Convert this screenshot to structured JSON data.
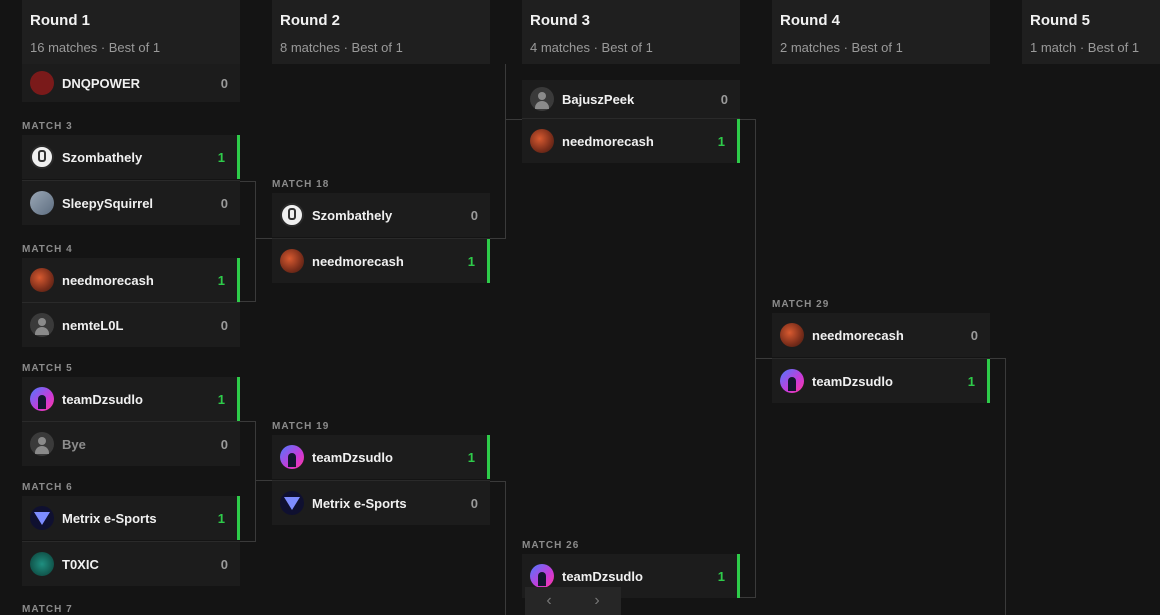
{
  "rounds": [
    {
      "title": "Round 1",
      "sub": "16 matches · Best of 1"
    },
    {
      "title": "Round 2",
      "sub": "8 matches · Best of 1"
    },
    {
      "title": "Round 3",
      "sub": "4 matches · Best of 1"
    },
    {
      "title": "Round 4",
      "sub": "2 matches · Best of 1"
    },
    {
      "title": "Round 5",
      "sub": "1 match · Best of 1"
    }
  ],
  "matches": {
    "m2": {
      "t2": {
        "name": "DNQPOWER",
        "score": "0",
        "avatar": "dnq-logo"
      }
    },
    "m3": {
      "label": "MATCH 3",
      "t1": {
        "name": "Szombathely",
        "score": "1",
        "avatar": "szombathely-logo"
      },
      "t2": {
        "name": "SleepySquirrel",
        "score": "0",
        "avatar": "sleepysquirrel-avatar"
      }
    },
    "m4": {
      "label": "MATCH 4",
      "t1": {
        "name": "needmorecash",
        "score": "1",
        "avatar": "needmorecash-avatar"
      },
      "t2": {
        "name": "nemteL0L",
        "score": "0",
        "avatar": "default-user-icon"
      }
    },
    "m5": {
      "label": "MATCH 5",
      "t1": {
        "name": "teamDzsudlo",
        "score": "1",
        "avatar": "teamdzsudlo-avatar"
      },
      "t2": {
        "name": "Bye",
        "score": "0",
        "avatar": "default-user-icon"
      }
    },
    "m6": {
      "label": "MATCH 6",
      "t1": {
        "name": "Metrix e-Sports",
        "score": "1",
        "avatar": "metrix-logo"
      },
      "t2": {
        "name": "T0XIC",
        "score": "0",
        "avatar": "toxic-logo"
      }
    },
    "m7": {
      "label": "MATCH 7"
    },
    "m18": {
      "label": "MATCH 18",
      "t1": {
        "name": "Szombathely",
        "score": "0",
        "avatar": "szombathely-logo"
      },
      "t2": {
        "name": "needmorecash",
        "score": "1",
        "avatar": "needmorecash-avatar"
      }
    },
    "m19": {
      "label": "MATCH 19",
      "t1": {
        "name": "teamDzsudlo",
        "score": "1",
        "avatar": "teamdzsudlo-avatar"
      },
      "t2": {
        "name": "Metrix e-Sports",
        "score": "0",
        "avatar": "metrix-logo"
      }
    },
    "m25": {
      "t1": {
        "name": "BajuszPeek",
        "score": "0",
        "avatar": "default-user-icon"
      },
      "t2": {
        "name": "needmorecash",
        "score": "1",
        "avatar": "needmorecash-avatar"
      }
    },
    "m26": {
      "label": "MATCH 26",
      "t1": {
        "name": "teamDzsudlo",
        "score": "1",
        "avatar": "teamdzsudlo-avatar"
      }
    },
    "m29": {
      "label": "MATCH 29",
      "t1": {
        "name": "needmorecash",
        "score": "0",
        "avatar": "needmorecash-avatar"
      },
      "t2": {
        "name": "teamDzsudlo",
        "score": "1",
        "avatar": "teamdzsudlo-avatar"
      }
    }
  },
  "pager": {
    "prev": "‹",
    "next": "›"
  },
  "colors": {
    "win": "#2ecc4a",
    "bg": "#141414",
    "card": "#1c1c1c"
  }
}
